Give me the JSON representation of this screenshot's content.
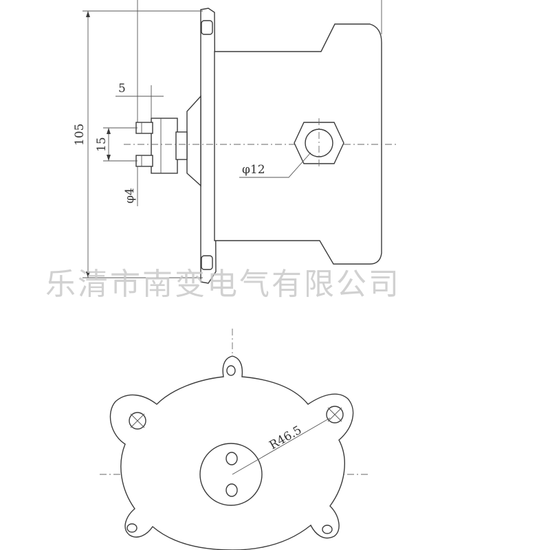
{
  "watermark": "乐清市南变电气有限公司",
  "dimensions": {
    "height": "105",
    "offset": "5",
    "pitch": "15",
    "pin_diameter": "φ4",
    "nut_diameter": "φ12",
    "radius": "R46.5"
  },
  "colors": {
    "line": "#3a3a3a",
    "watermark": "#c9c9c9"
  }
}
